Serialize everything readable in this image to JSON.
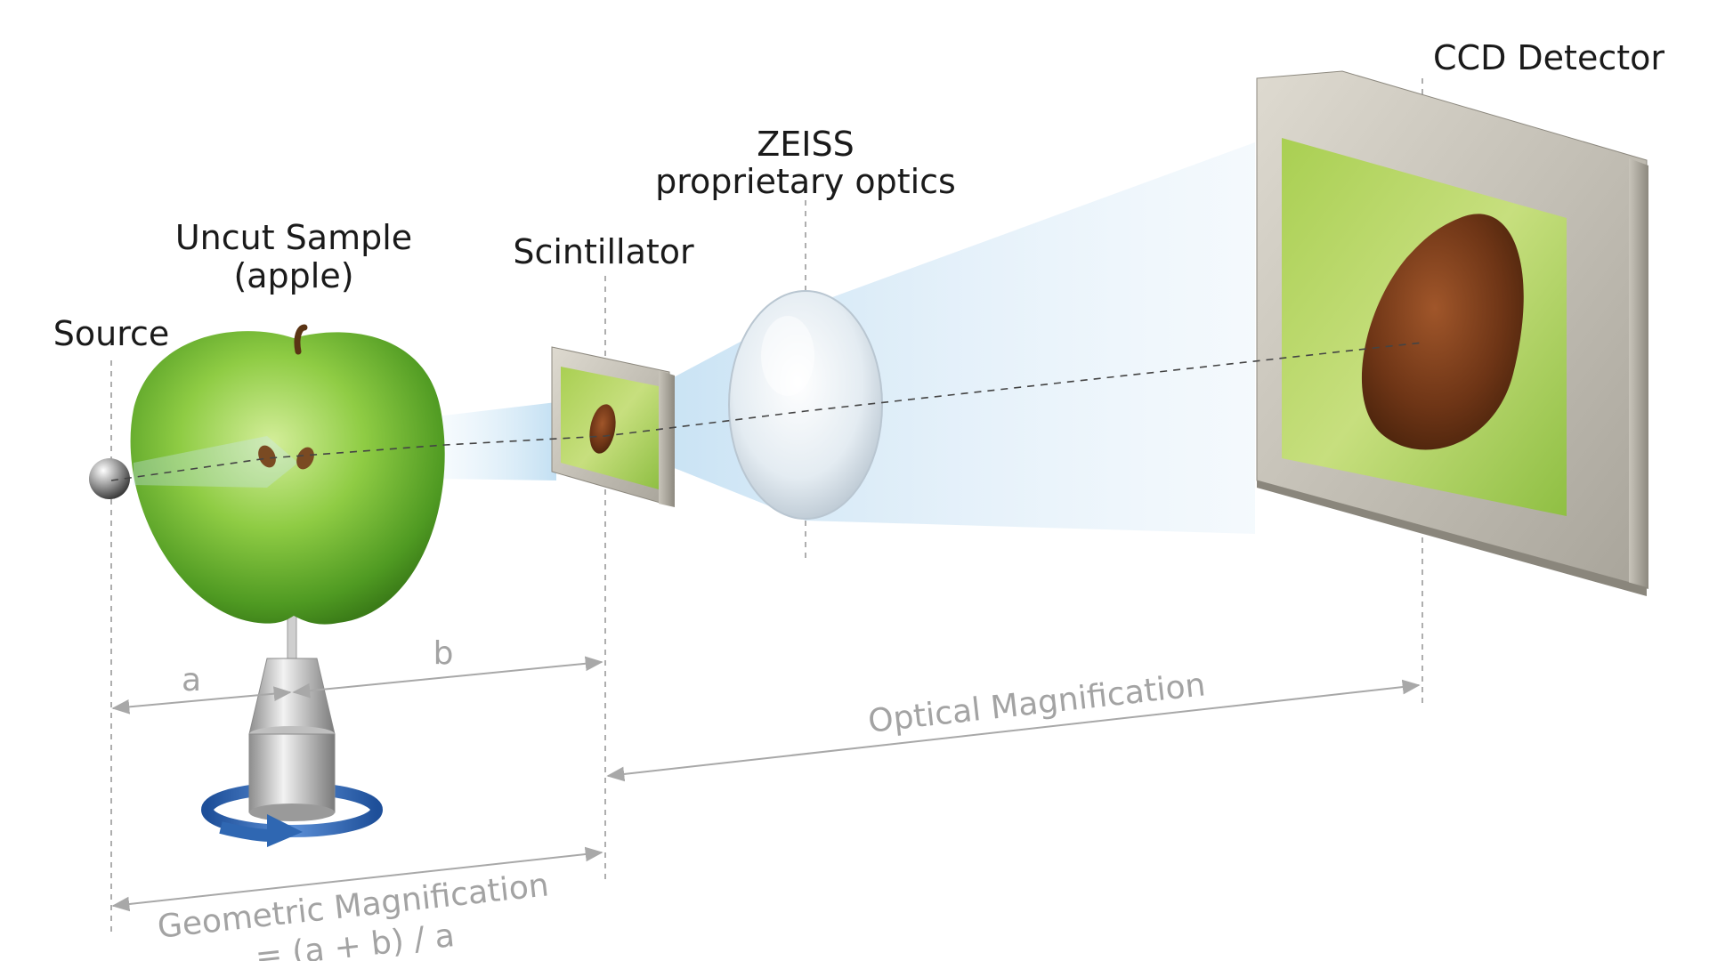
{
  "labels": {
    "source": "Source",
    "sample_line1": "Uncut Sample",
    "sample_line2": "(apple)",
    "scintillator": "Scintillator",
    "optics_line1": "ZEISS",
    "optics_line2": "proprietary optics",
    "detector": "CCD Detector"
  },
  "dimensions": {
    "a": "a",
    "b": "b",
    "optical": "Optical Magnification",
    "geometric_line1": "Geometric Magnification",
    "geometric_line2": "= (a + b) / a"
  },
  "colors": {
    "apple_green": "#7cc23a",
    "seed_brown": "#6a3414",
    "beam_blue": "#cfe6f6",
    "rotation_arrow": "#2f67b2",
    "frame_grey": "#bdb9ae"
  }
}
